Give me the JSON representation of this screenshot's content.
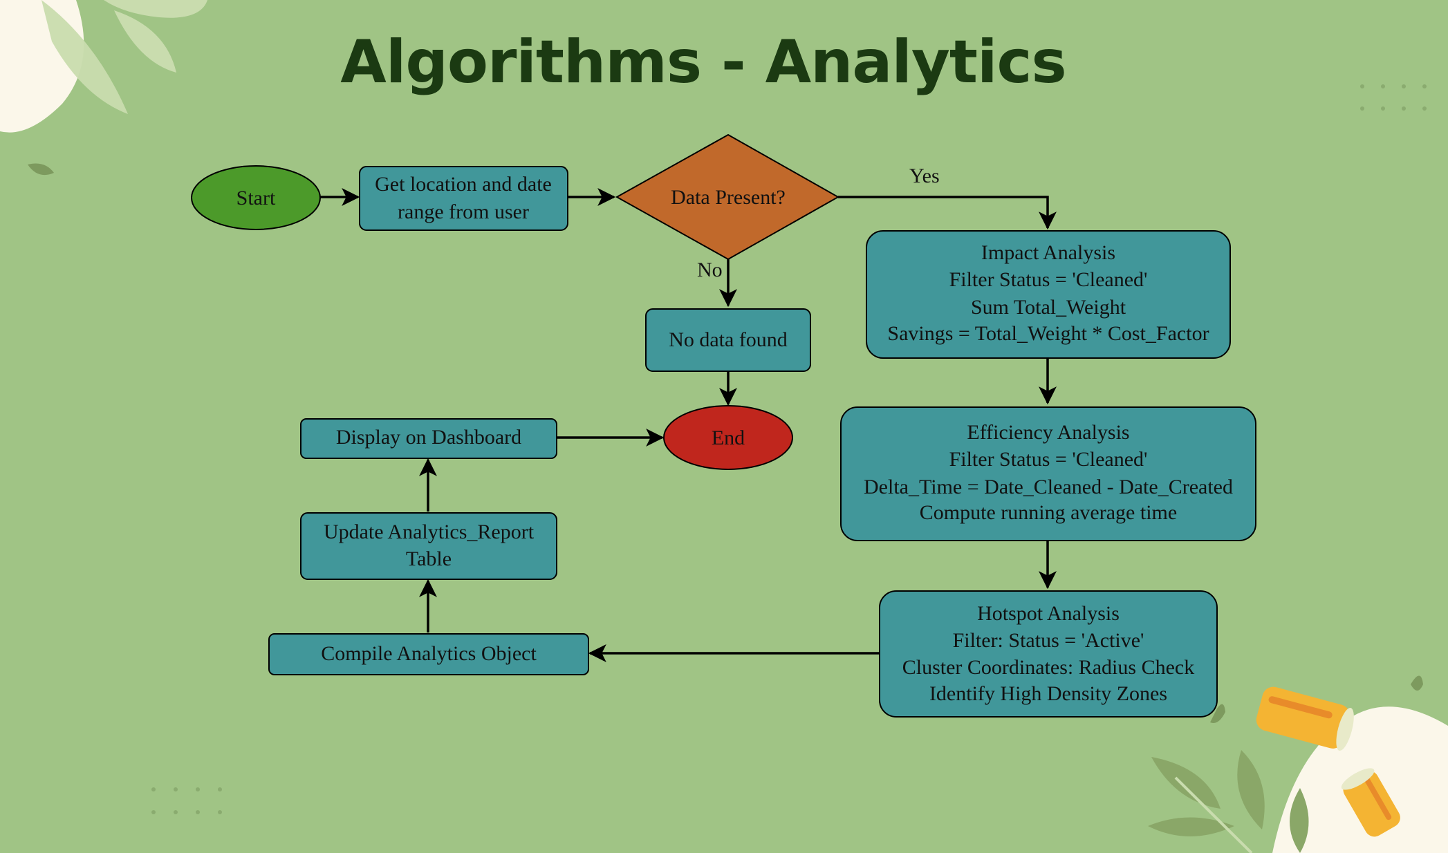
{
  "title": "Algorithms - Analytics",
  "colors": {
    "background": "#a0c485",
    "process": "#41979a",
    "start": "#4c9a2a",
    "end": "#c0261d",
    "decision": "#c1692b",
    "title": "#1b3a12"
  },
  "nodes": {
    "start": {
      "lines": [
        "Start"
      ]
    },
    "get_input": {
      "lines": [
        "Get location and date",
        "range from user"
      ]
    },
    "decision": {
      "lines": [
        "Data Present?"
      ]
    },
    "no_data": {
      "lines": [
        "No data found"
      ]
    },
    "end": {
      "lines": [
        "End"
      ]
    },
    "impact": {
      "lines": [
        "Impact Analysis",
        "Filter Status = 'Cleaned'",
        "Sum Total_Weight",
        "Savings = Total_Weight * Cost_Factor"
      ]
    },
    "efficiency": {
      "lines": [
        "Efficiency Analysis",
        "Filter Status = 'Cleaned'",
        "Delta_Time = Date_Cleaned - Date_Created",
        "Compute running average time"
      ]
    },
    "hotspot": {
      "lines": [
        "Hotspot Analysis",
        "Filter: Status = 'Active'",
        "Cluster Coordinates: Radius Check",
        "Identify High Density Zones"
      ]
    },
    "compile": {
      "lines": [
        "Compile Analytics Object"
      ]
    },
    "update": {
      "lines": [
        "Update Analytics_Report",
        "Table"
      ]
    },
    "display": {
      "lines": [
        "Display on Dashboard"
      ]
    }
  },
  "edge_labels": {
    "yes": "Yes",
    "no": "No"
  }
}
